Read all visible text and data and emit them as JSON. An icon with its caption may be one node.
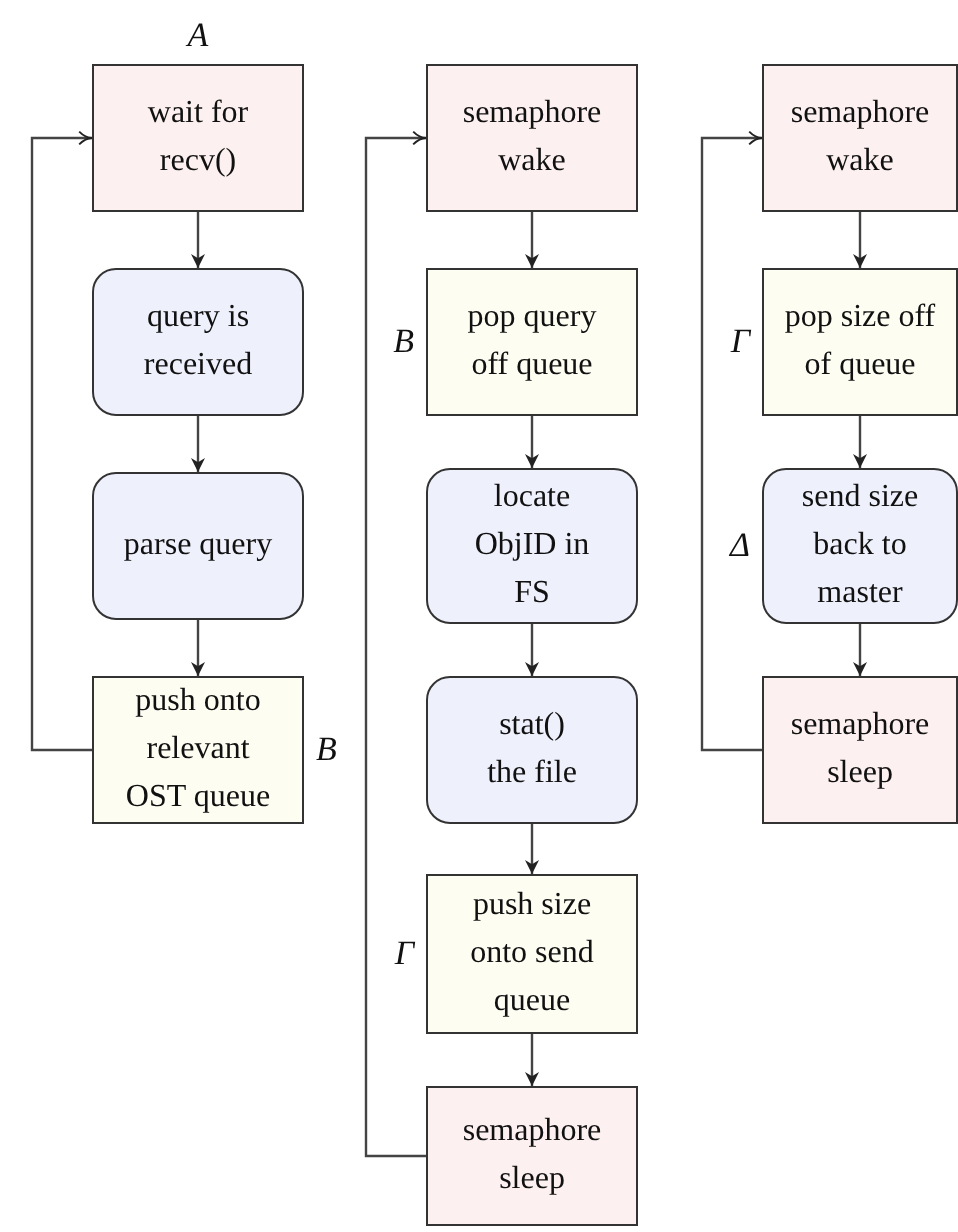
{
  "diagram": {
    "nodes": [
      {
        "text": [
          "wait for recv()"
        ],
        "beside": [
          "A"
        ]
      },
      {
        "text": [
          "query is received"
        ]
      },
      {
        "text": [
          "parse query"
        ]
      },
      {
        "text": [
          "push onto relevant OST queue"
        ],
        "beside": [
          "B"
        ]
      },
      {
        "text": [
          "semaphore wake"
        ]
      },
      {
        "text": [
          "pop query off queue"
        ],
        "beside": [
          "B"
        ]
      },
      {
        "text": [
          "locate ObjID in FS"
        ]
      },
      {
        "text": [
          "stat() the file"
        ]
      },
      {
        "text": [
          "push size onto send queue"
        ],
        "beside": [
          "Γ"
        ]
      },
      {
        "text": [
          "semaphore sleep"
        ]
      },
      {
        "text": [
          "semaphore wake"
        ]
      },
      {
        "text": [
          "pop size off of queue"
        ],
        "beside": [
          "Γ"
        ]
      },
      {
        "text": [
          "send size back to master"
        ],
        "beside": [
          "Δ"
        ]
      },
      {
        "text": [
          "semaphore sleep"
        ]
      }
    ],
    "edges": [
      {
        "from": 0,
        "to": 1,
        "arrow": "to"
      },
      {
        "from": 1,
        "to": 2,
        "arrow": "to"
      },
      {
        "from": 2,
        "to": 3,
        "arrow": "to"
      },
      {
        "from": 3,
        "to": 0,
        "arrow": "to"
      },
      {
        "from": 4,
        "to": 5,
        "arrow": "to"
      },
      {
        "from": 5,
        "to": 6,
        "arrow": "to"
      },
      {
        "from": 6,
        "to": 7,
        "arrow": "to"
      },
      {
        "from": 7,
        "to": 8,
        "arrow": "to"
      },
      {
        "from": 8,
        "to": 9,
        "arrow": "to"
      },
      {
        "from": 9,
        "to": 4,
        "arrow": "to"
      },
      {
        "from": 10,
        "to": 11,
        "arrow": "to"
      },
      {
        "from": 11,
        "to": 12,
        "arrow": "to"
      },
      {
        "from": 12,
        "to": 13,
        "arrow": "to"
      },
      {
        "from": 13,
        "to": 10,
        "arrow": "to"
      }
    ]
  }
}
